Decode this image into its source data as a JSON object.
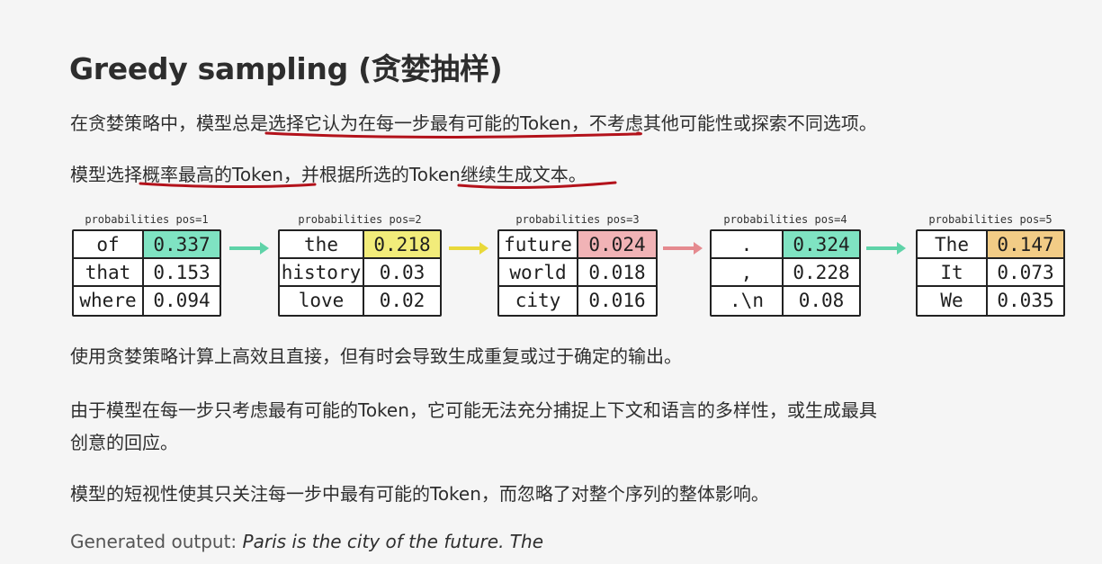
{
  "title": "Greedy sampling (贪婪抽样)",
  "paragraphs": {
    "p1_a": "在贪婪策略中，模型总是",
    "p1_b": "选择它认为在每一步最有可能的Token",
    "p1_c": "，不考虑其他可能性或探索不同选项。",
    "p2_a": "模型选择",
    "p2_b": "概率最高的Token",
    "p2_c": "，并根据所选的Token",
    "p2_d": "继续生成文本",
    "p2_e": "。",
    "p3": "使用贪婪策略计算上高效且直接，但有时会导致生成重复或过于确定的输出。",
    "p4_line1": "由于模型在每一步只考虑最有可能的Token，它可能无法充分捕捉上下文和语言的多样性，或生成最具",
    "p4_line2": "创意的回应。",
    "p5": "模型的短视性使其只关注每一步中最有可能的Token，而忽略了对整个序列的整体影响。"
  },
  "generated": {
    "label": "Generated output: ",
    "text": "Paris is the city of the future. The"
  },
  "tables": [
    {
      "title": "probabilities pos=1",
      "highlight": "#7fe3c2",
      "rows": [
        {
          "token": "of",
          "prob": "0.337"
        },
        {
          "token": "that",
          "prob": "0.153"
        },
        {
          "token": "where",
          "prob": "0.094"
        }
      ]
    },
    {
      "title": "probabilities pos=2",
      "highlight": "#f2ec7a",
      "rows": [
        {
          "token": "the",
          "prob": "0.218"
        },
        {
          "token": "history",
          "prob": "0.03"
        },
        {
          "token": "love",
          "prob": "0.02"
        }
      ]
    },
    {
      "title": "probabilities pos=3",
      "highlight": "#f1b3b6",
      "rows": [
        {
          "token": "future",
          "prob": "0.024"
        },
        {
          "token": "world",
          "prob": "0.018"
        },
        {
          "token": "city",
          "prob": "0.016"
        }
      ]
    },
    {
      "title": "probabilities pos=4",
      "highlight": "#7fe3c2",
      "rows": [
        {
          "token": ".",
          "prob": "0.324"
        },
        {
          "token": ",",
          "prob": "0.228"
        },
        {
          "token": ".\\n",
          "prob": "0.08"
        }
      ]
    },
    {
      "title": "probabilities pos=5",
      "highlight": "#f2cc86",
      "rows": [
        {
          "token": "The",
          "prob": "0.147"
        },
        {
          "token": "It",
          "prob": "0.073"
        },
        {
          "token": "We",
          "prob": "0.035"
        }
      ]
    }
  ],
  "arrow_colors": [
    "#5fd3a8",
    "#e9d93a",
    "#e58a8f",
    "#5fd3a8"
  ],
  "underline_color": "#b3121b"
}
